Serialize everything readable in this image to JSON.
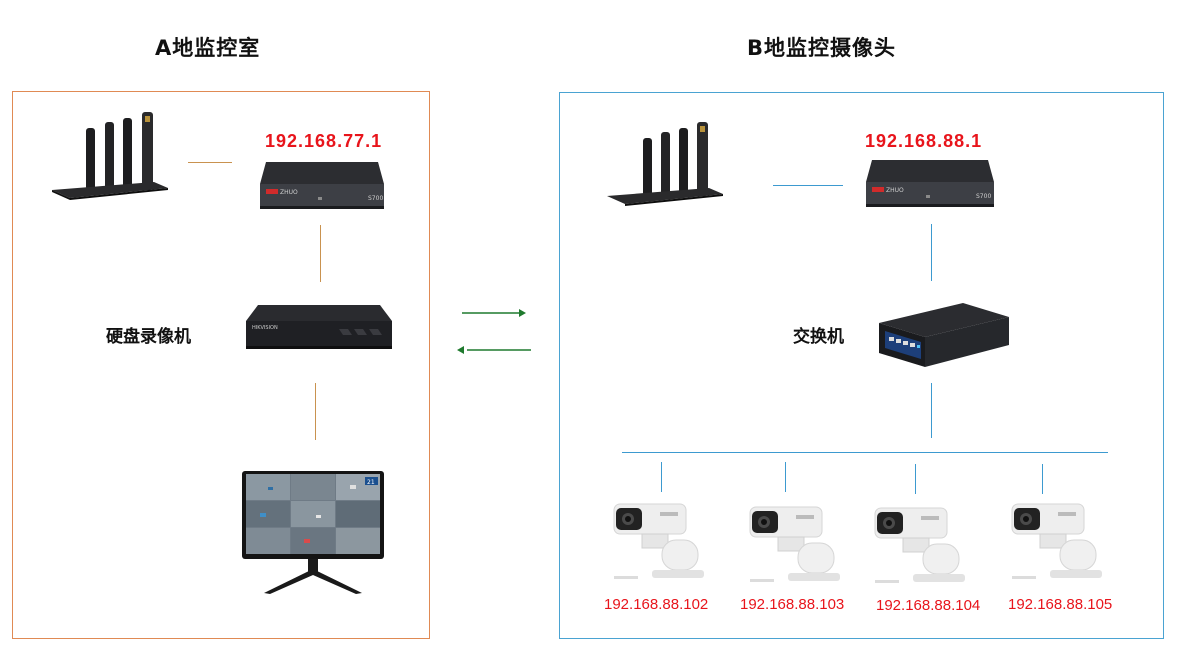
{
  "site_a": {
    "title": "A地监控室",
    "router_ip": "192.168.77.1",
    "nvr_label": "硬盘录像机",
    "router_brand": "ZHUO",
    "router_model": "S700",
    "nvr_brand": "HIKVISION",
    "monitor_badge": "21"
  },
  "site_b": {
    "title": "B地监控摄像头",
    "router_ip": "192.168.88.1",
    "switch_label": "交换机",
    "router_brand": "ZHUO",
    "router_model": "S700",
    "cameras": [
      {
        "ip": "192.168.88.102"
      },
      {
        "ip": "192.168.88.103"
      },
      {
        "ip": "192.168.88.104"
      },
      {
        "ip": "192.168.88.105"
      }
    ]
  },
  "colors": {
    "ip_red": "#e8141b",
    "box_a_border": "#e08a54",
    "box_b_border": "#4aa3d2",
    "arrow_green": "#1f7a2e"
  }
}
